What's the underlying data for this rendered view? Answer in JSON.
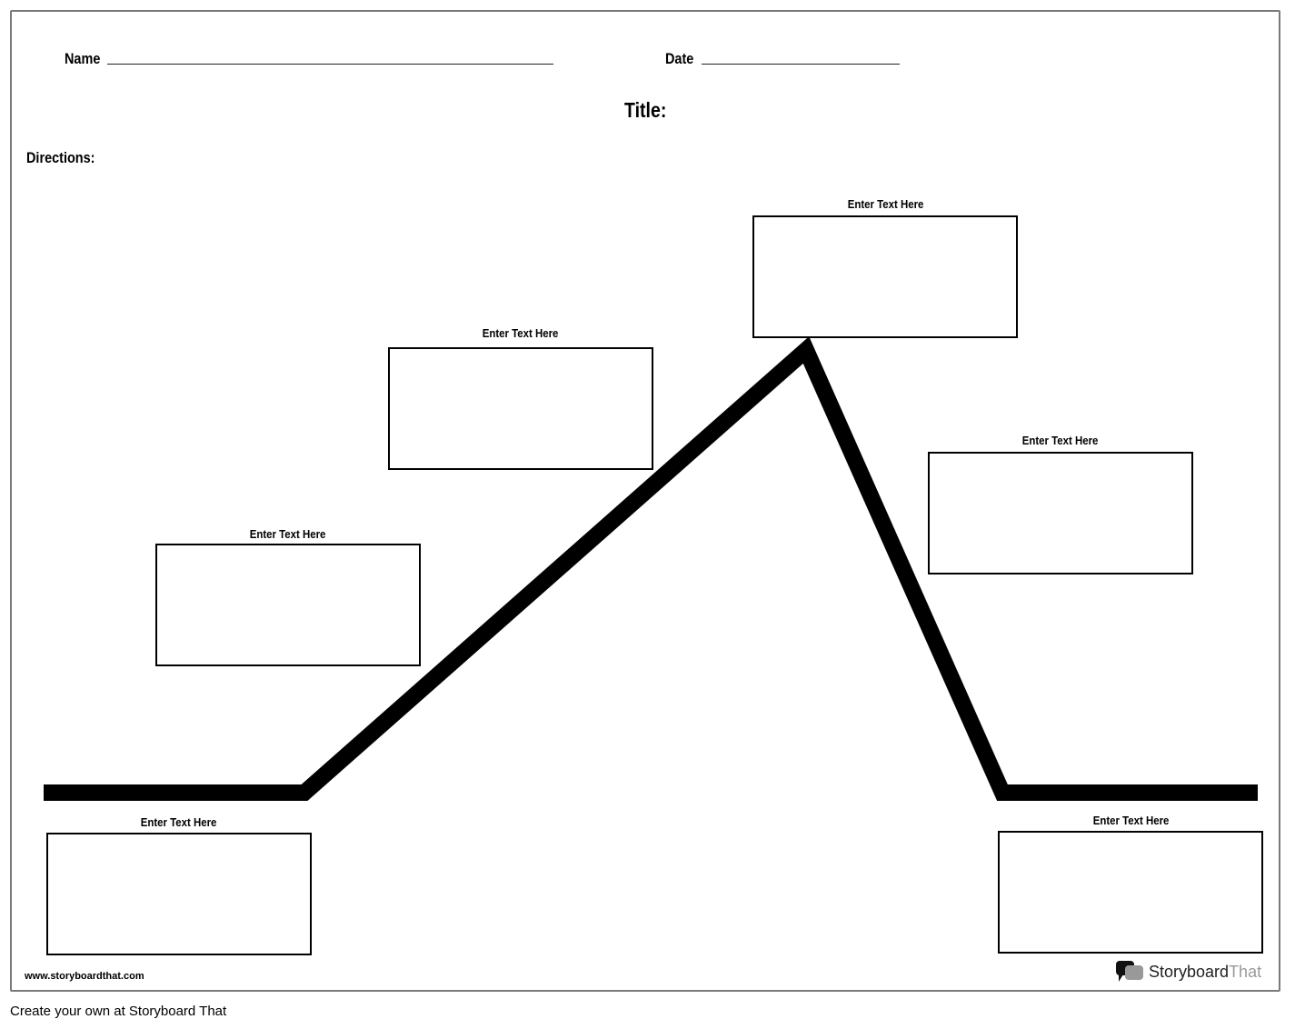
{
  "worksheet": {
    "name_label": "Name",
    "date_label": "Date",
    "title_label": "Title:",
    "directions_label": "Directions:",
    "boxes": [
      {
        "label": "Enter Text Here"
      },
      {
        "label": "Enter Text Here"
      },
      {
        "label": "Enter Text Here"
      },
      {
        "label": "Enter Text Here"
      },
      {
        "label": "Enter Text Here"
      },
      {
        "label": "Enter Text Here"
      }
    ],
    "website": "www.storyboardthat.com",
    "logo": {
      "part1": "Storyboard",
      "part2": "That",
      "icon": "speech-bubbles-icon"
    }
  },
  "footer": {
    "link_text": "Create your own at Storyboard That"
  }
}
